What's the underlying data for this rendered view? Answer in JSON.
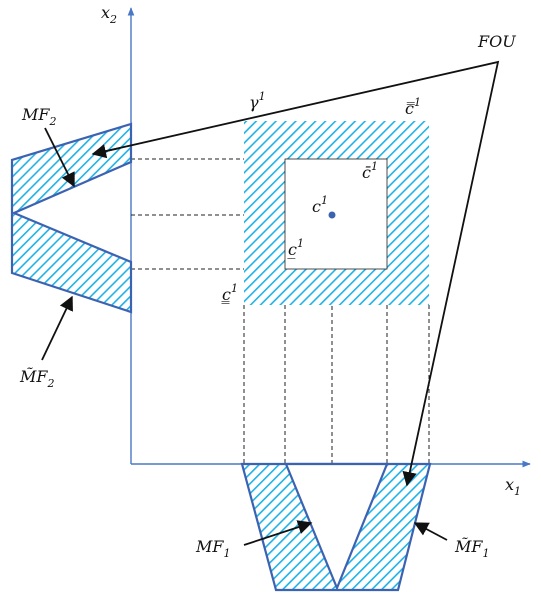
{
  "colors": {
    "axis": "#4a78c5",
    "hatch": "#1fb2e6",
    "border": "#3c63b2",
    "arrow": "#111111",
    "center_point": "#3c63b2"
  },
  "axes": {
    "x_label": "x",
    "x_sub": "1",
    "y_label": "x",
    "y_sub": "2"
  },
  "labels": {
    "fou": "FOU",
    "gamma": {
      "base": "γ",
      "sup": "1"
    },
    "c_center": {
      "base": "c",
      "sup": "1"
    },
    "c_upper_outer": {
      "base": "c̿",
      "sup": "1"
    },
    "c_upper_inner": {
      "base": "c̄",
      "sup": "1"
    },
    "c_lower_inner": {
      "base": "c̲",
      "sup": "1"
    },
    "c_lower_outer": {
      "base": "c̳",
      "sup": "1"
    },
    "mf1": {
      "base": "MF",
      "sub": "1"
    },
    "mf1_tilde": {
      "base": "M̃F",
      "sub": "1"
    },
    "mf2": {
      "base": "MF",
      "sub": "2"
    },
    "mf2_tilde": {
      "base": "M̃F",
      "sub": "2"
    }
  }
}
